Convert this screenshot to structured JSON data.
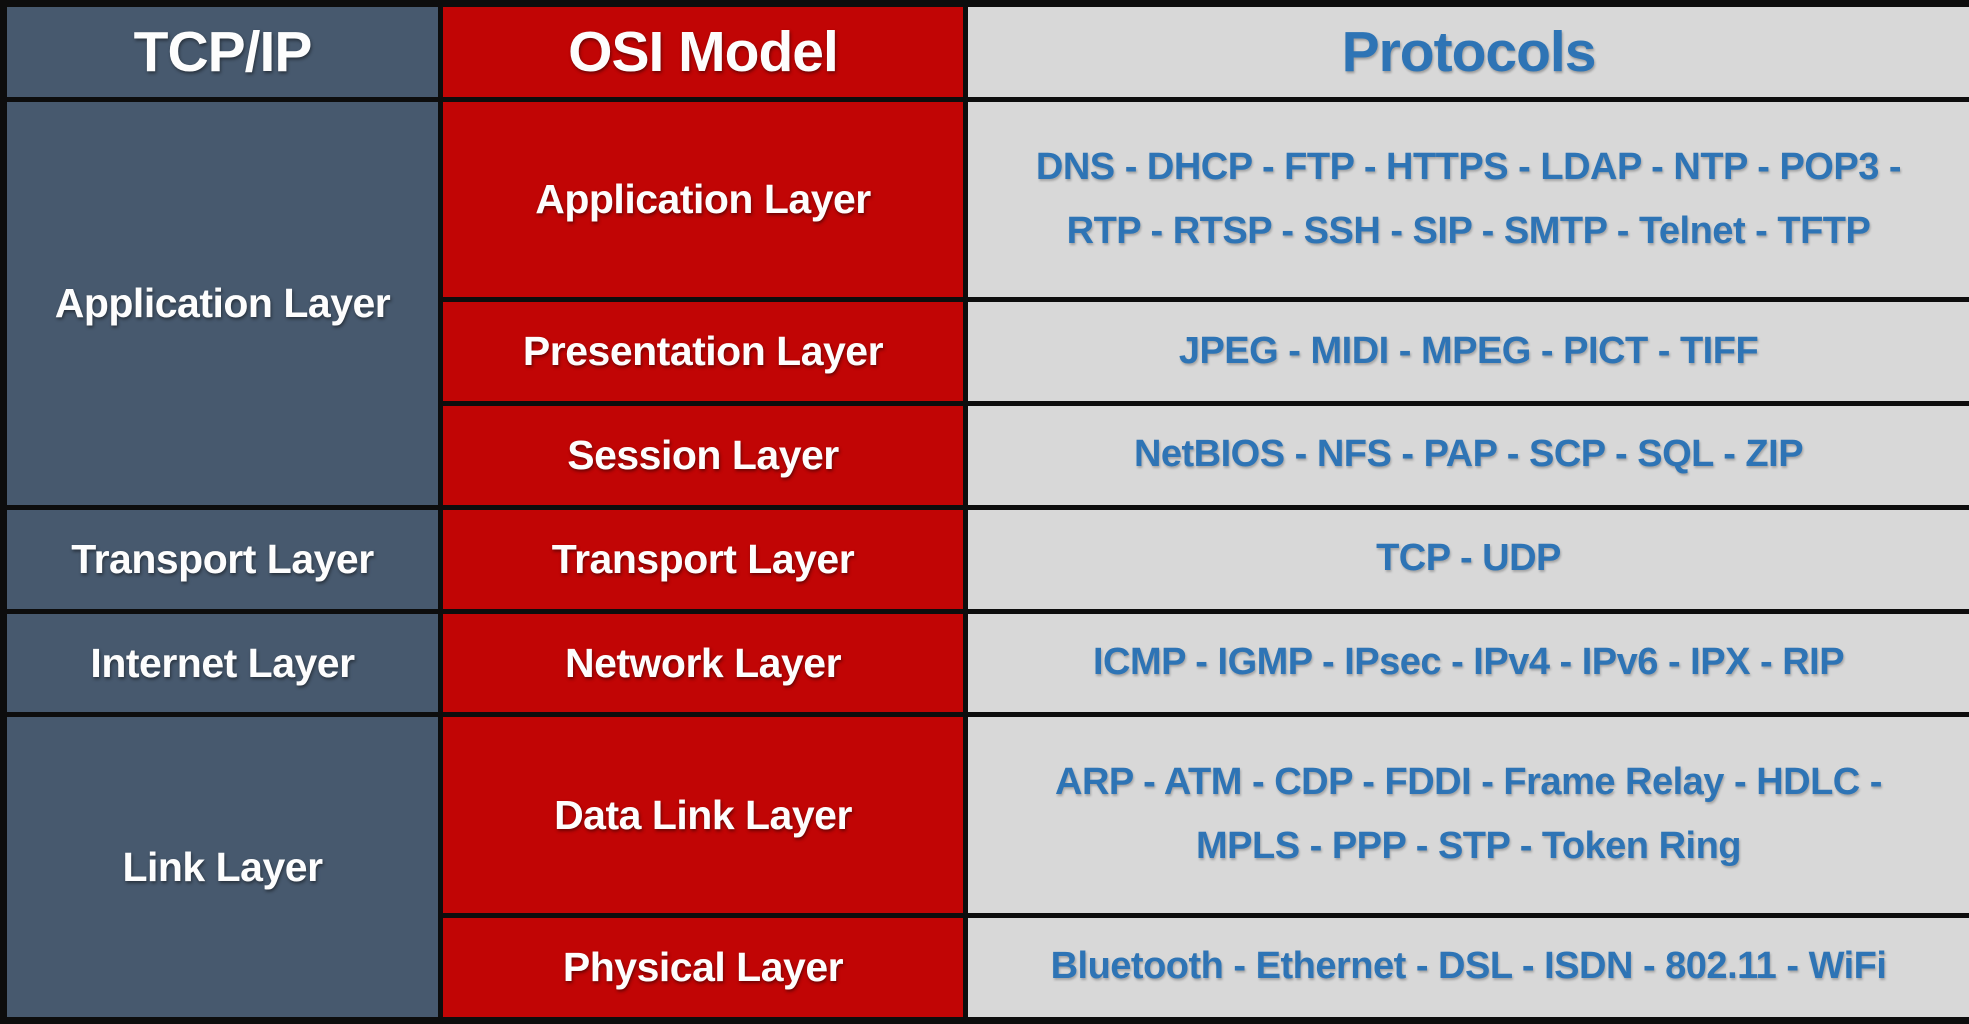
{
  "title": "TCP/IP vs OSI Model protocol mapping table",
  "colors": {
    "tcpip_column_bg": "#47596e",
    "osi_column_bg": "#c10505",
    "protocols_column_bg": "#d8d8d8",
    "protocols_text_blue": "#2e74b5",
    "light_text": "#fdfdfd",
    "border_black": "#0d0d0d"
  },
  "header": {
    "tcpip": "TCP/IP",
    "osi": "OSI Model",
    "protocols": "Protocols"
  },
  "tcpip_layers": [
    {
      "label": "Application Layer",
      "rowspan": 3
    },
    {
      "label": "Transport Layer",
      "rowspan": 1
    },
    {
      "label": "Internet Layer",
      "rowspan": 1
    },
    {
      "label": "Link Layer",
      "rowspan": 2
    }
  ],
  "rows": [
    {
      "osi_layer": "Application Layer",
      "protocols": "DNS - DHCP - FTP - HTTPS - LDAP - NTP - POP3 -\nRTP - RTSP - SSH - SIP - SMTP - Telnet - TFTP"
    },
    {
      "osi_layer": "Presentation Layer",
      "protocols": "JPEG - MIDI - MPEG - PICT - TIFF"
    },
    {
      "osi_layer": "Session Layer",
      "protocols": "NetBIOS - NFS - PAP - SCP - SQL - ZIP"
    },
    {
      "osi_layer": "Transport Layer",
      "protocols": "TCP - UDP"
    },
    {
      "osi_layer": "Network Layer",
      "protocols": "ICMP - IGMP - IPsec - IPv4 - IPv6 - IPX - RIP"
    },
    {
      "osi_layer": "Data Link Layer",
      "protocols": "ARP - ATM - CDP - FDDI - Frame Relay - HDLC -\nMPLS - PPP  - STP - Token Ring"
    },
    {
      "osi_layer": "Physical Layer",
      "protocols": "Bluetooth - Ethernet - DSL - ISDN - 802.11 - WiFi"
    }
  ]
}
